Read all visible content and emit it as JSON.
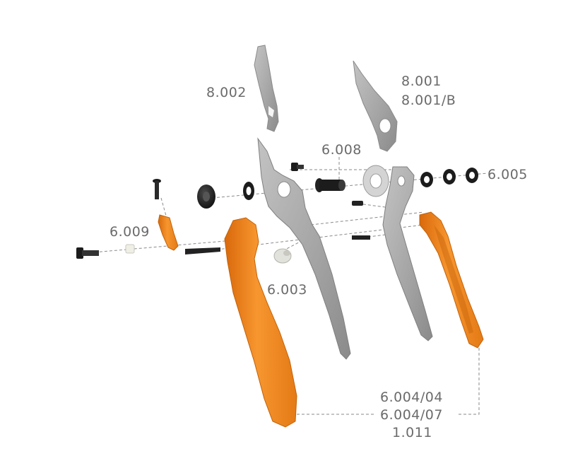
{
  "labels": {
    "blade_lower": "8.002",
    "blade_upper_1": "8.001",
    "blade_upper_2": "8.001/B",
    "bolt": "6.008",
    "nuts": "6.005",
    "catch": "6.009",
    "bushing": "6.003",
    "handle_1": "6.004/04",
    "handle_2": "6.004/07",
    "handle_3": "1.011"
  },
  "colors": {
    "orange": "#f0861e",
    "orange_dark": "#d46a0c",
    "steel": "#a9a9a9",
    "steel_dark": "#7f7f7f",
    "black": "#1c1c1c",
    "label": "#6b6b6b"
  }
}
